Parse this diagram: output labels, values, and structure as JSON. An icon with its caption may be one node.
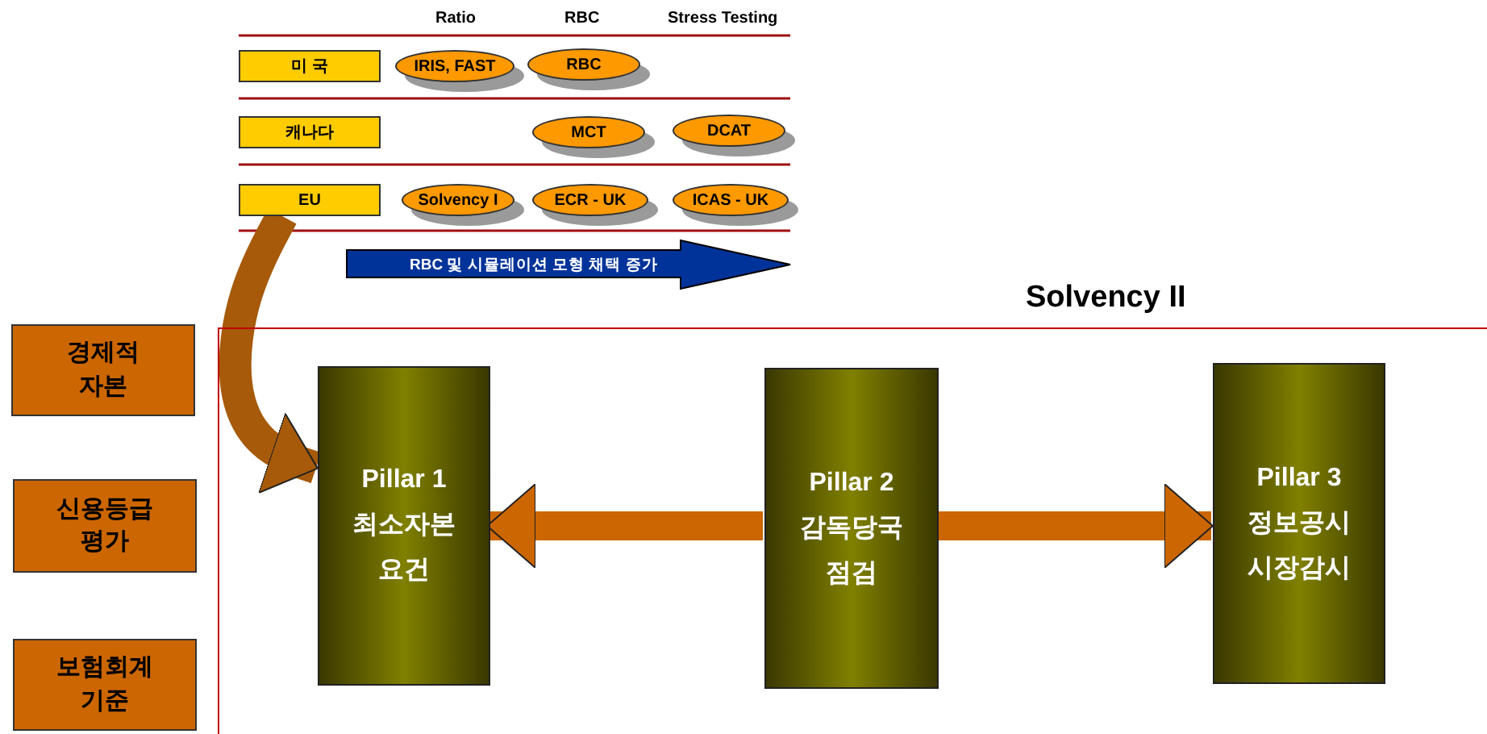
{
  "diagram": {
    "nodes": [
      {
        "text": [
          "미 국"
        ]
      },
      {
        "text": [
          "IRIS, FAST"
        ]
      },
      {
        "text": [
          "RBC"
        ]
      },
      {
        "text": [
          "캐나다"
        ]
      },
      {
        "text": [
          "MCT"
        ]
      },
      {
        "text": [
          "DCAT"
        ]
      },
      {
        "text": [
          "EU"
        ]
      },
      {
        "text": [
          "Solvency I"
        ]
      },
      {
        "text": [
          "ECR - UK"
        ]
      },
      {
        "text": [
          "ICAS - UK"
        ]
      },
      {
        "text": [
          "Solvency II"
        ]
      },
      {
        "text": [
          "경제적 자본"
        ]
      },
      {
        "text": [
          "신용등급 평가"
        ]
      },
      {
        "text": [
          "보험회계 기준"
        ]
      },
      {
        "text": [
          "Pillar 1",
          "최소자본 요건"
        ],
        "in": 10
      },
      {
        "text": [
          "Pillar 2",
          "감독당국 점검"
        ],
        "in": 10
      },
      {
        "text": [
          "Pillar 3",
          "정보공시 시장감시"
        ],
        "in": 10
      }
    ],
    "edges": [
      {
        "from": 6,
        "to": 14,
        "arrow": "to",
        "color": "#a65a0a"
      },
      {
        "from": 15,
        "to": 14,
        "arrow": "to"
      },
      {
        "from": 15,
        "to": 16,
        "arrow": "to"
      }
    ],
    "labels": [
      "Ratio",
      "RBC",
      "Stress Testing",
      "RBC 및 시뮬레이션 모형 채택 증가"
    ]
  }
}
